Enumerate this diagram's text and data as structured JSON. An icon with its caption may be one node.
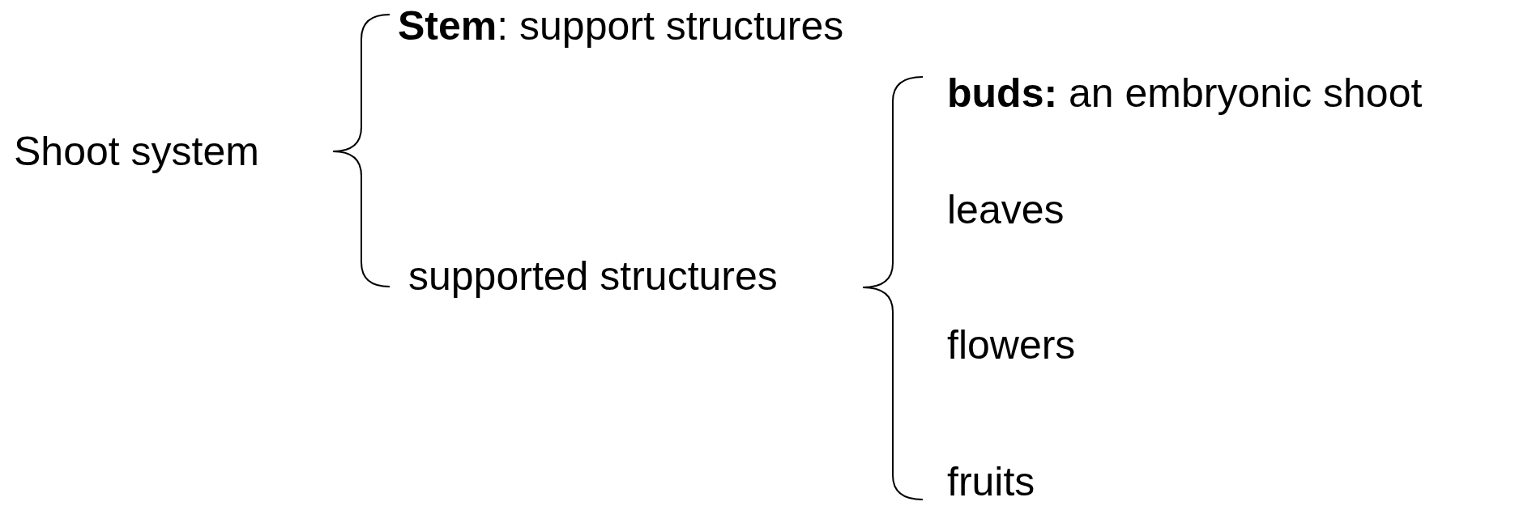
{
  "diagram": {
    "labels": [
      "Shoot system",
      "**Stem**: support structures",
      "supported structures",
      "**buds:** an embryonic shoot",
      "leaves",
      "flowers",
      "fruits"
    ]
  }
}
